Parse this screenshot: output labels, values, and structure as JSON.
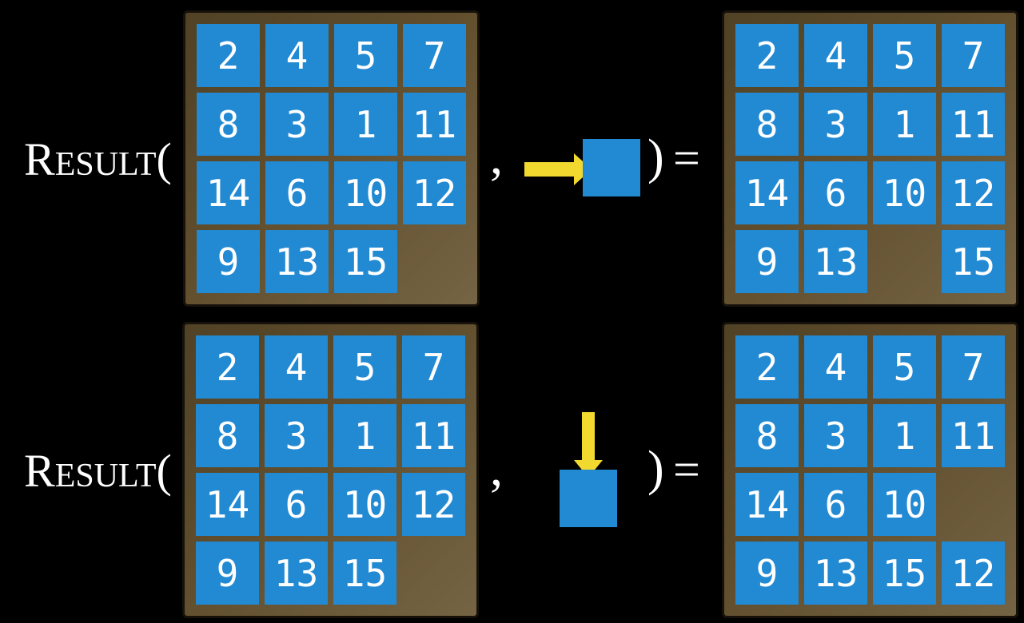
{
  "figure": {
    "function": {
      "initial": "R",
      "rest": "ESULT",
      "open_paren": "("
    },
    "separator": ",",
    "close_paren": ")",
    "equals": "=",
    "colors": {
      "background": "#000000",
      "tile_blue": "#2289d3",
      "board_brown": "#65522f",
      "arrow_yellow": "#f1d930",
      "text": "#ffffff"
    },
    "examples": [
      {
        "name": "move-right",
        "move_icon": "arrow-right",
        "input_grid": [
          [
            "2",
            "4",
            "5",
            "7"
          ],
          [
            "8",
            "3",
            "1",
            "11"
          ],
          [
            "14",
            "6",
            "10",
            "12"
          ],
          [
            "9",
            "13",
            "15",
            ""
          ]
        ],
        "output_grid": [
          [
            "2",
            "4",
            "5",
            "7"
          ],
          [
            "8",
            "3",
            "1",
            "11"
          ],
          [
            "14",
            "6",
            "10",
            "12"
          ],
          [
            "9",
            "13",
            "",
            "15"
          ]
        ]
      },
      {
        "name": "move-down",
        "move_icon": "arrow-down",
        "input_grid": [
          [
            "2",
            "4",
            "5",
            "7"
          ],
          [
            "8",
            "3",
            "1",
            "11"
          ],
          [
            "14",
            "6",
            "10",
            "12"
          ],
          [
            "9",
            "13",
            "15",
            ""
          ]
        ],
        "output_grid": [
          [
            "2",
            "4",
            "5",
            "7"
          ],
          [
            "8",
            "3",
            "1",
            "11"
          ],
          [
            "14",
            "6",
            "10",
            ""
          ],
          [
            "9",
            "13",
            "15",
            "12"
          ]
        ]
      }
    ]
  }
}
